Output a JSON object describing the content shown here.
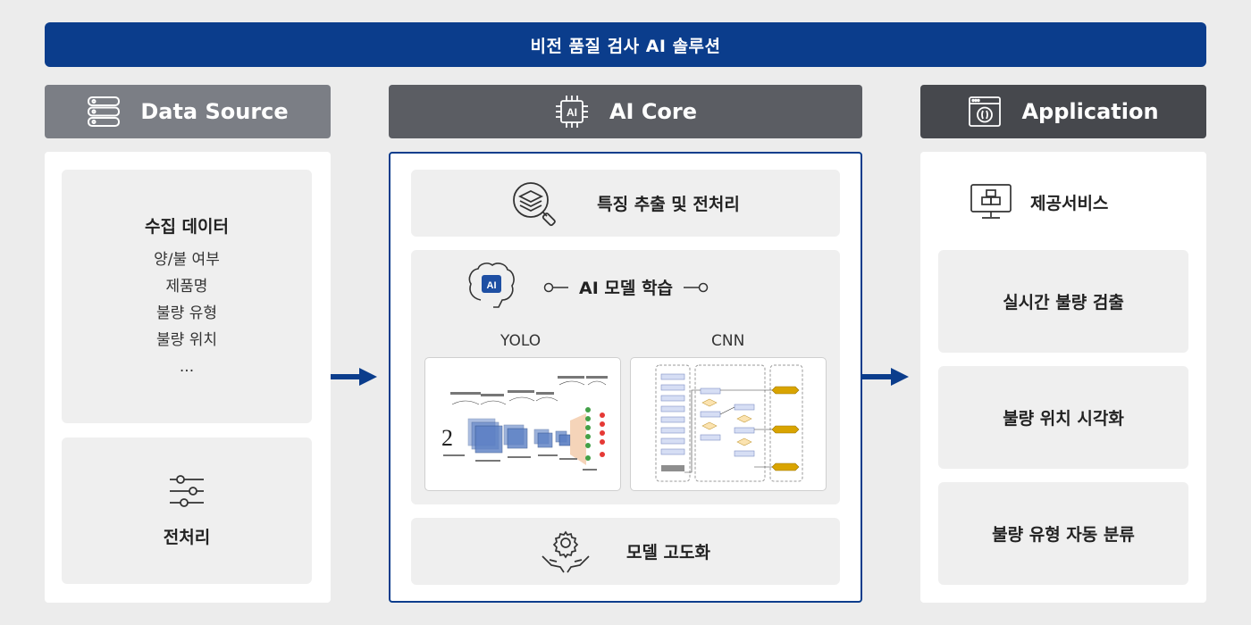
{
  "header": {
    "title": "비전 품질 검사 AI 솔루션"
  },
  "columns": {
    "data_source": {
      "title": "Data Source",
      "icon": "server-icon",
      "color": "#7b7e85",
      "collect": {
        "title": "수집 데이터",
        "items": [
          "양/불 여부",
          "제품명",
          "불량 유형",
          "불량 위치",
          "..."
        ]
      },
      "preprocess": {
        "title": "전처리",
        "icon": "sliders-icon"
      }
    },
    "ai_core": {
      "title": "AI Core",
      "icon": "ai-chip-icon",
      "chip_text": "AI",
      "color": "#5b5d63",
      "feature": {
        "title": "특징 추출 및 전처리",
        "icon": "layers-magnifier-icon"
      },
      "training": {
        "title": "AI 모델 학습",
        "icon": "ai-brain-icon",
        "brain_text": "AI",
        "models": [
          "YOLO",
          "CNN"
        ]
      },
      "advance": {
        "title": "모델 고도화",
        "icon": "gear-hands-icon"
      }
    },
    "application": {
      "title": "Application",
      "icon": "browser-window-icon",
      "color": "#46484d",
      "service": {
        "title": "제공서비스",
        "icon": "monitor-cube-icon"
      },
      "items": [
        "실시간 불량 검출",
        "불량 위치 시각화",
        "불량 유형 자동 분류"
      ]
    }
  },
  "colors": {
    "accent": "#0b3d8c",
    "box": "#efefef",
    "panel": "#ffffff"
  }
}
